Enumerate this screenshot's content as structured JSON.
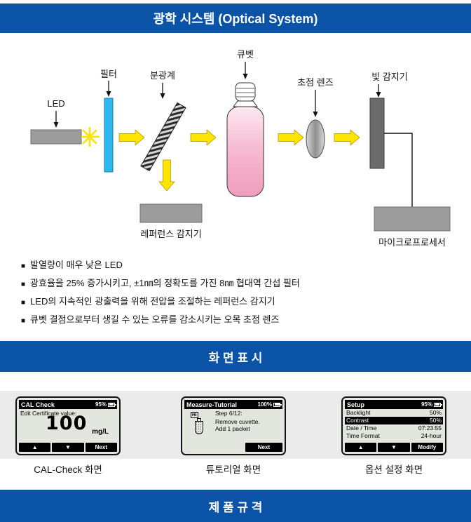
{
  "colors": {
    "header_blue": "#0a53a6",
    "arrow_yellow": "#ffe400",
    "filter_cyan": "#2cb9ef",
    "liquid_pink": "#f4a9c6",
    "lcd_background": "#e3e6df",
    "band_gray": "#ebebeb"
  },
  "headers": {
    "optical": "광학 시스템 (Optical System)",
    "display": "화 면 표 시",
    "spec": "제 품 규 격"
  },
  "diagram": {
    "led": "LED",
    "filter": "필터",
    "beam_splitter": "분광계",
    "cuvette": "큐벳",
    "focus_lens": "초점 렌즈",
    "light_detector": "빛 감지기",
    "reference_detector": "레퍼런스 감지기",
    "microprocessor": "마이크로프로세서"
  },
  "ui": {
    "bullet": "■"
  },
  "features": [
    "발열량이 매우 낮은 LED",
    "광효율을 25% 증가시키고, ±1㎚의 정확도를 가진 8㎚ 협대역 간섭 필터",
    "LED의 지속적인 광출력을 위해 전압을 조절하는 레퍼런스 감지기",
    "큐벳 결점으로부터 생길 수 있는 오류를 감소시키는 오목 초점 렌즈"
  ],
  "screens": [
    {
      "title": "CAL Check",
      "battery": "95%",
      "edit_label": "Edit Certificate value:",
      "value": "100",
      "unit": "mg/L",
      "btn_up": "▲",
      "btn_down": "▼",
      "btn_next": "Next",
      "caption": "CAL-Check 화면"
    },
    {
      "title": "Measure-Tutorial",
      "battery": "100%",
      "step": "Step 6/12:",
      "line1": "Remove cuvette.",
      "line2": "Add 1 packet",
      "icon_label": "Hi",
      "btn_next": "Next",
      "caption": "튜토리얼 화면"
    },
    {
      "title": "Setup",
      "battery": "95%",
      "rows": [
        {
          "label": "Backlight",
          "value": "50%"
        },
        {
          "label": "Contrast",
          "value": "50%"
        },
        {
          "label": "Date / Time",
          "value": "07:23:55"
        },
        {
          "label": "Time Format",
          "value": "24-hour"
        }
      ],
      "btn_up": "▲",
      "btn_down": "▼",
      "btn_modify": "Modify",
      "caption": "옵션 설정 화면"
    }
  ]
}
